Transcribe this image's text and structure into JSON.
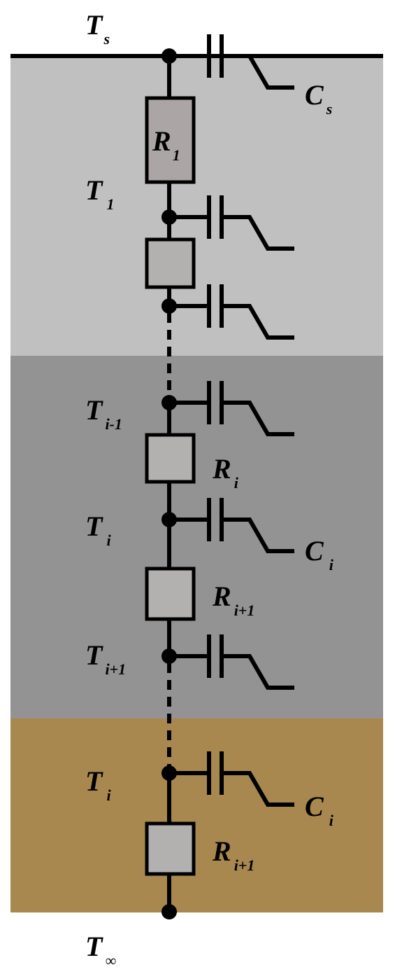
{
  "colors": {
    "layer_top": "#c0c0c0",
    "layer_middle": "#939393",
    "layer_bottom": "#a8884e",
    "resistor_fill": "#b3b0b0",
    "resistor_fill_r1": "#aba5a5",
    "stroke": "#000000"
  },
  "labels": {
    "ts": {
      "main": "T",
      "sub": "s"
    },
    "t1": {
      "main": "T",
      "sub": "1"
    },
    "tim1": {
      "main": "T",
      "sub": "i-1"
    },
    "ti_mid": {
      "main": "T",
      "sub": "i"
    },
    "tip1": {
      "main": "T",
      "sub": "i+1"
    },
    "ti_bot": {
      "main": "T",
      "sub": "i"
    },
    "tinf": {
      "main": "T",
      "sub": "∞"
    },
    "r1": {
      "main": "R",
      "sub": "1"
    },
    "ri": {
      "main": "R",
      "sub": "i"
    },
    "rip1_mid": {
      "main": "R",
      "sub": "i+1"
    },
    "rip1_bot": {
      "main": "R",
      "sub": "i+1"
    },
    "cs": {
      "main": "C",
      "sub": "s"
    },
    "ci_mid": {
      "main": "C",
      "sub": "i"
    },
    "ci_bot": {
      "main": "C",
      "sub": "i"
    }
  }
}
